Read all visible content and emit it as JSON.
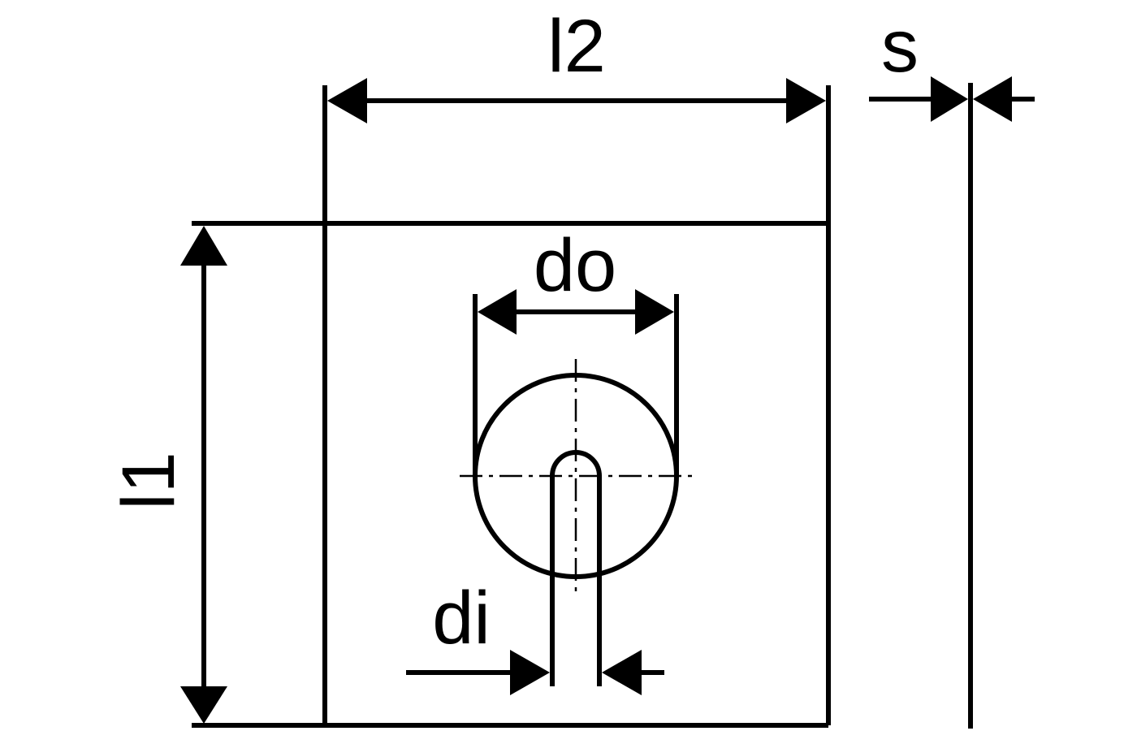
{
  "dimensions": {
    "l2": "l2",
    "l1": "l1",
    "s": "s",
    "do": "do",
    "di": "di"
  },
  "colors": {
    "line": "#000000",
    "background": "#ffffff"
  }
}
